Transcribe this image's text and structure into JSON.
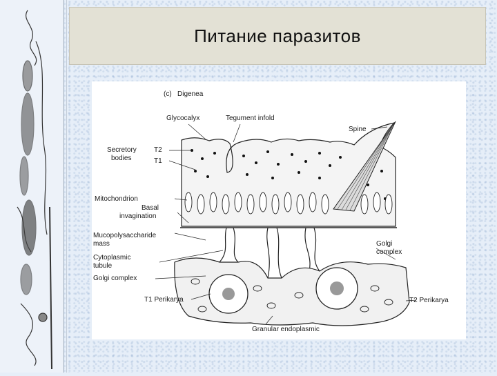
{
  "slide": {
    "title": "Питание паразитов"
  },
  "figure": {
    "panel_label": "(c)",
    "group_label": "Digenea",
    "labels": {
      "glycocalyx": "Glycocalyx",
      "tegument_infold": "Tegument infold",
      "spine": "Spine",
      "secretory": "Secretory",
      "bodies": "bodies",
      "t2": "T2",
      "t1": "T1",
      "mitochondrion": "Mitochondrion",
      "basal": "Basal",
      "invagination": "invagination",
      "mucopoly_1": "Mucopolysaccharide",
      "mucopoly_2": "mass",
      "cytoplasmic": "Cytoplasmic",
      "tubule": "tubule",
      "golgi_left": "Golgi complex",
      "golgi_right_1": "Golgi",
      "golgi_right_2": "complex",
      "t1_perikarya": "T1 Perikarya",
      "t2_perikarya": "T2 Perikarya",
      "granular_endoplasmic": "Granular endoplasmic"
    }
  }
}
